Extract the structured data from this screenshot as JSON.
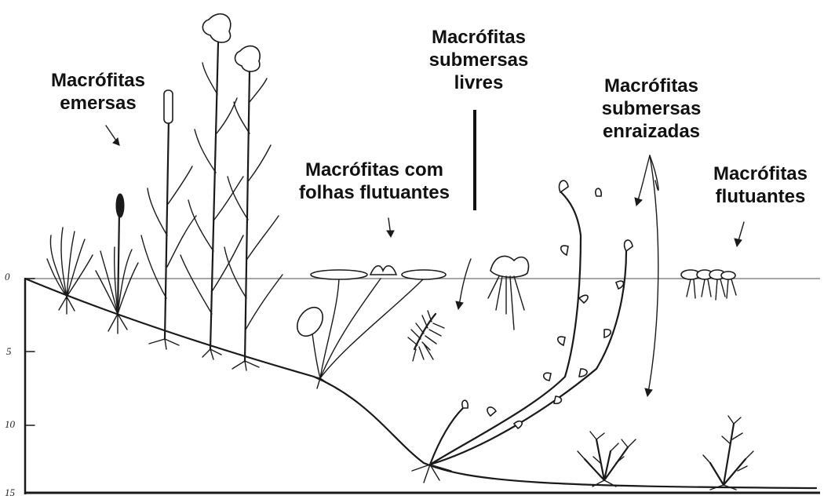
{
  "labels": {
    "emersas": [
      "Macrófitas",
      "emersas"
    ],
    "folhas_flutuantes": [
      "Macrófitas com",
      "folhas flutuantes"
    ],
    "submersas_livres": [
      "Macrófitas",
      "submersas",
      "livres"
    ],
    "submersas_enraizadas": [
      "Macrófitas",
      "submersas",
      "enraizadas"
    ],
    "flutuantes": [
      "Macrófitas",
      "flutuantes"
    ]
  },
  "depth_ticks": [
    "0",
    "5",
    "10",
    "15"
  ]
}
